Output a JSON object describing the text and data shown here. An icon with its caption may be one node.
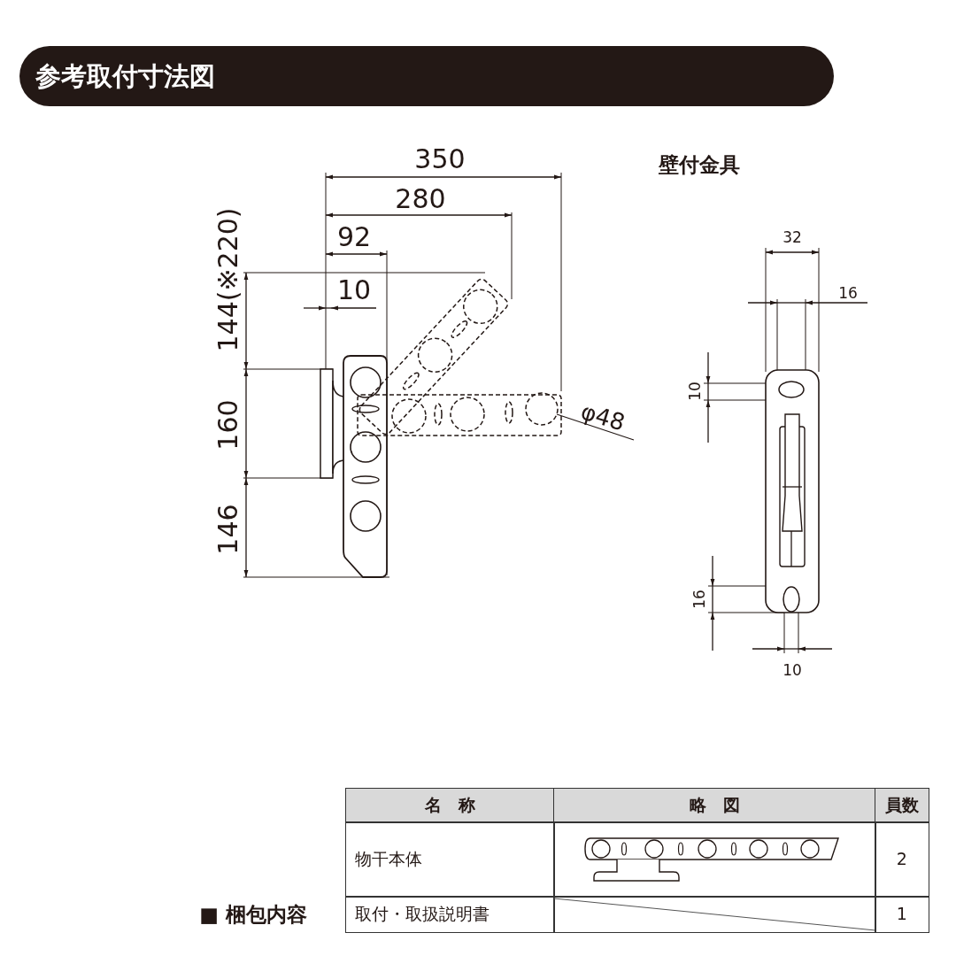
{
  "diagram": {
    "title": "参考取付寸法図",
    "nodes": [
      {
        "text": [
          "φ48"
        ]
      },
      {
        "text": [],
        "shape": "circle"
      }
    ],
    "edges": [
      {
        "from": 0,
        "to": 1,
        "arrow": "none"
      }
    ],
    "labels": [
      "350",
      "280",
      "92",
      "10",
      "144(※220)",
      "160",
      "146",
      "壁付金具",
      "32",
      "16",
      "10",
      "16",
      "10",
      "■ 梱包内容",
      "名　称",
      "略　図",
      "員数",
      "物干本体",
      "2",
      "取付・取扱説明書",
      "1"
    ]
  }
}
